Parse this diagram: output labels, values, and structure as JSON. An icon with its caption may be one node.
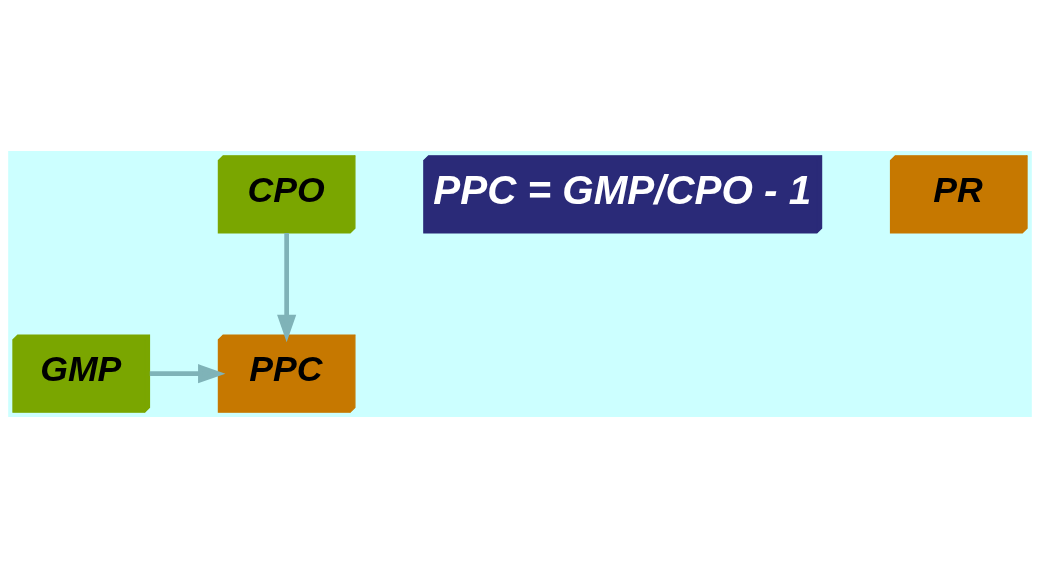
{
  "diagram": {
    "nodes": [
      {
        "text": [
          "CPO"
        ]
      },
      {
        "text": [
          "PPC = GMP/CPO - 1"
        ]
      },
      {
        "text": [
          "PR"
        ]
      },
      {
        "text": [
          "PPC"
        ]
      },
      {
        "text": [
          "GMP"
        ]
      }
    ],
    "edges": [
      {
        "from": 0,
        "to": 3,
        "arrow": "to"
      },
      {
        "from": 4,
        "to": 3,
        "arrow": "to"
      }
    ]
  }
}
